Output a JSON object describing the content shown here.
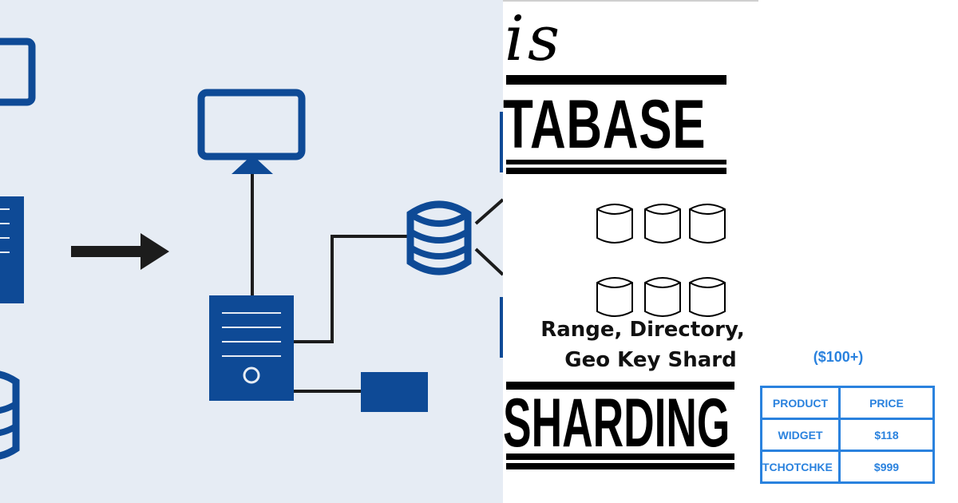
{
  "poster": {
    "word_is": "is",
    "word_database": "TABASE",
    "word_sharding": "SHARDING",
    "subtitle_line1": "Range, Directory,",
    "subtitle_line2": "Geo Key Shard",
    "price_caption": "($100+)",
    "table": {
      "headers": [
        "PRODUCT",
        "PRICE"
      ],
      "rows": [
        [
          "WIDGET",
          "$118"
        ],
        [
          "TCHOTCHKE",
          "$999"
        ]
      ]
    }
  },
  "colors": {
    "diagram_blue": "#0e4a96",
    "diagram_bg": "#e6ecf4",
    "table_blue": "#2a82de",
    "ink": "#000000"
  },
  "icons": [
    "monitor-icon",
    "server-tower-icon",
    "database-icon",
    "arrow-right-icon",
    "cylinder-icon"
  ]
}
